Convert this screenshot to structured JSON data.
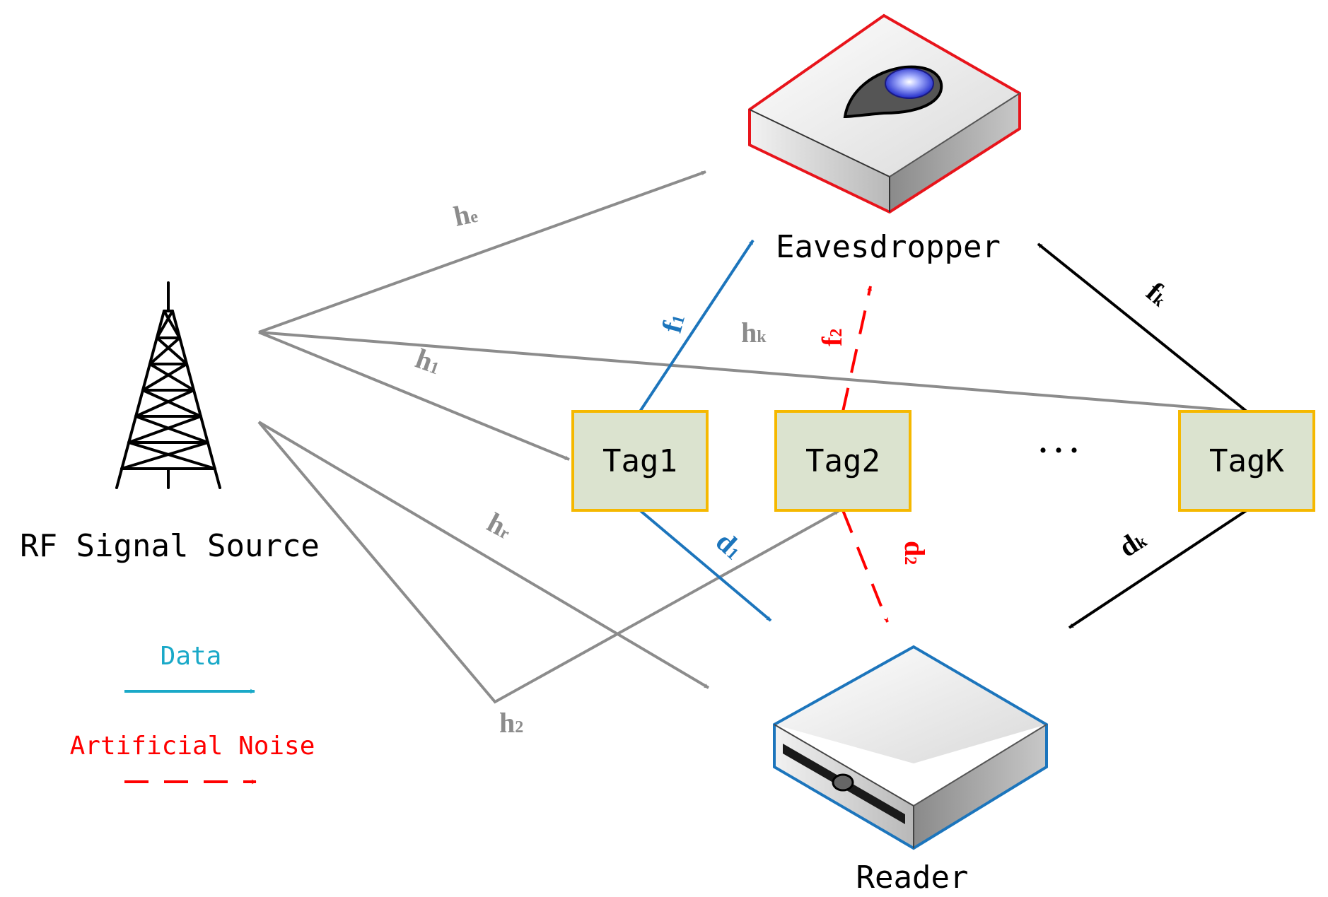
{
  "nodes": {
    "source_label": "RF Signal Source",
    "eavesdropper_label": "Eavesdropper",
    "reader_label": "Reader",
    "tag1_label": "Tag1",
    "tag2_label": "Tag2",
    "tagk_label": "TagK",
    "ellipsis": ". . ."
  },
  "channels": {
    "h_e": {
      "base": "h",
      "sub": "e"
    },
    "h_1": {
      "base": "h",
      "sub": "1"
    },
    "h_k": {
      "base": "h",
      "sub": "k"
    },
    "h_r": {
      "base": "h",
      "sub": "r"
    },
    "h_2": {
      "base": "h",
      "sub": "2"
    },
    "f_1": {
      "base": "f",
      "sub": "1"
    },
    "f_2": {
      "base": "f",
      "sub": "2"
    },
    "f_k": {
      "base": "f",
      "sub": "k"
    },
    "d_1": {
      "base": "d",
      "sub": "1"
    },
    "d_2": {
      "base": "d",
      "sub": "2"
    },
    "d_k": {
      "base": "d",
      "sub": "k"
    }
  },
  "legend": {
    "data_label": "Data",
    "noise_label": "Artificial Noise"
  },
  "colors": {
    "data": "#1c75bc",
    "legend_data": "#1aa9c8",
    "noise": "#ff0000",
    "channel": "#8c8c8c",
    "black_link": "#000000",
    "tag_fill": "#dbe3cf",
    "tag_border": "#f5b800",
    "eavesdropper_border": "#e8141b",
    "reader_border": "#1c75bc"
  }
}
